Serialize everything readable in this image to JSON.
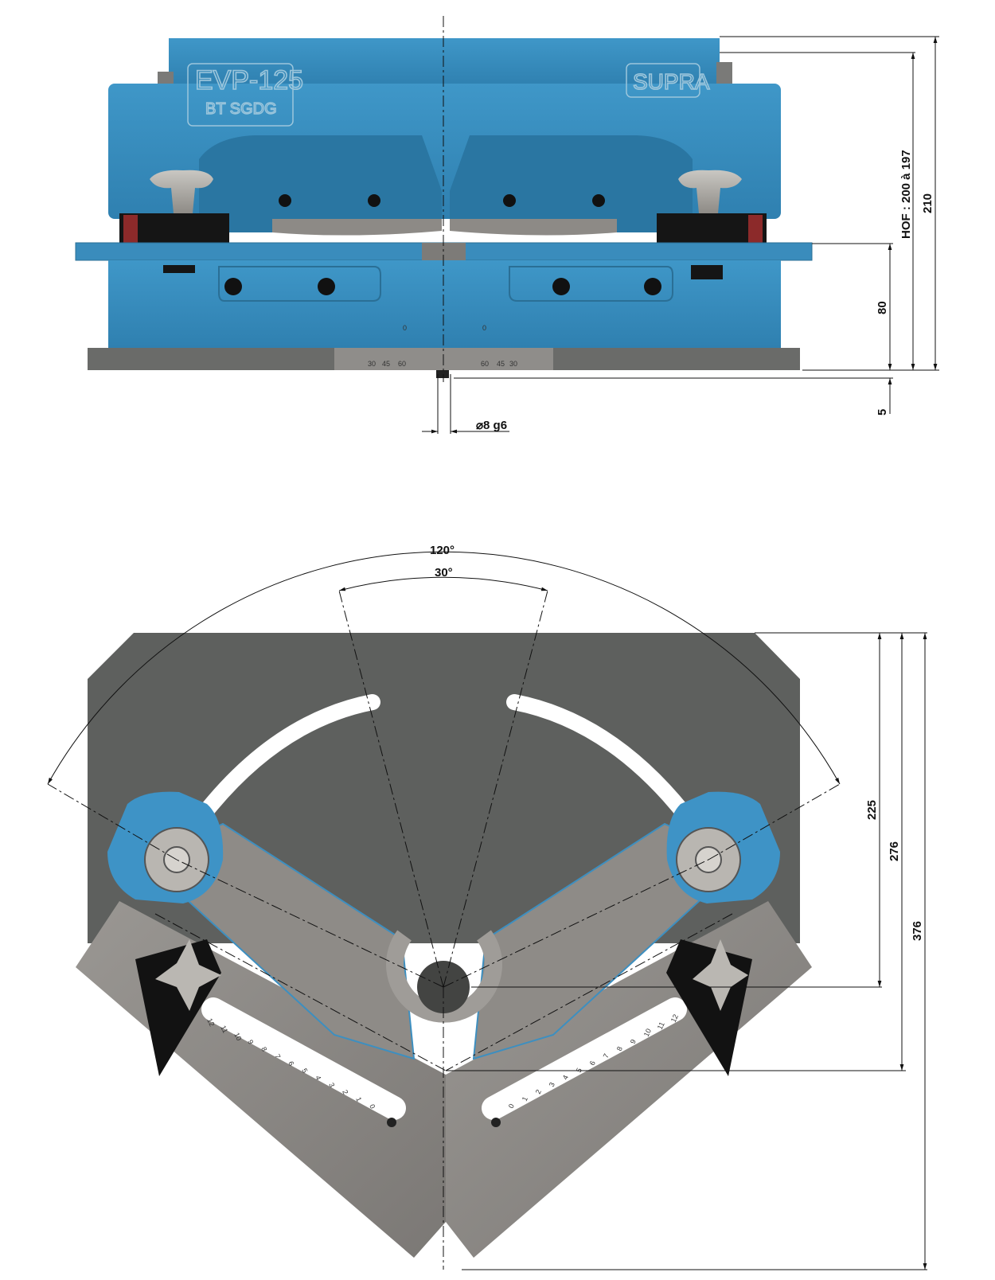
{
  "colors": {
    "body_blue": "#3d93c4",
    "body_blue_dark": "#2b77a3",
    "base_plate_gray": "#5f615f",
    "jaw_gray": "#8a8784",
    "dimension_line": "#111111"
  },
  "front_view": {
    "emboss_model": "EVP-125",
    "emboss_sub": "BT SGDG",
    "emboss_brand": "SUPRA",
    "scale_left": [
      "0",
      "30",
      "45",
      "60"
    ],
    "scale_right": [
      "0",
      "60",
      "45",
      "30"
    ],
    "dim_hof": "HOF : 200 à 197",
    "dim_total_height": "210",
    "dim_base_height": "80",
    "dim_pin_height": "5",
    "dim_pin_diameter": "⌀8 g6"
  },
  "top_view": {
    "angle_outer": "120°",
    "angle_inner": "30°",
    "dim_225": "225",
    "dim_276": "276",
    "dim_376": "376",
    "left_scale_ticks": [
      "12",
      "11",
      "10",
      "9",
      "8",
      "7",
      "6",
      "5",
      "4",
      "3",
      "2",
      "1",
      "0"
    ],
    "right_scale_ticks": [
      "0",
      "1",
      "2",
      "3",
      "4",
      "5",
      "6",
      "7",
      "8",
      "9",
      "10",
      "11",
      "12"
    ]
  }
}
